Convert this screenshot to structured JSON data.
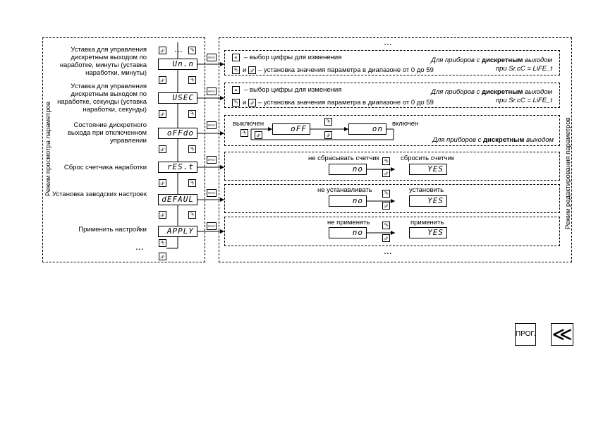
{
  "left_panel": {
    "title": "Режим просмотра параметров",
    "items": [
      {
        "label": "Уставка для управления дискретным выходом по наработке, минуты (уставка наработки, минуты)",
        "display": "Un.n"
      },
      {
        "label": "Уставка для управления дискретным выходом по наработке, секунды (уставка наработки, секунды)",
        "display": "USEC"
      },
      {
        "label": "Состояние дискретного выхода при отключенном управлении",
        "display": "oFFdo"
      },
      {
        "label": "Сброс счетчика наработки",
        "display": "rES.t"
      },
      {
        "label": "Установка заводских настроек",
        "display": "dEFAUL"
      },
      {
        "label": "Применить настройки",
        "display": "APPLY"
      }
    ],
    "ellipsis_top": "...",
    "ellipsis_bottom": "..."
  },
  "right_panel": {
    "title": "Режим редактирования параметров",
    "ellipsis_top": "...",
    "ellipsis_bottom": "...",
    "block1": {
      "line1": "– выбор цифры для изменения",
      "line2_prefix": "и",
      "line2": "– установка значения параметра в диапазоне от 0 до 59",
      "note_a": "Для приборов с",
      "note_b": "дискретным",
      "note_c": "выходом",
      "note2": "при Sr.cC = LiFE_t"
    },
    "block2": {
      "line1": "– выбор цифры для изменения",
      "line2_prefix": "и",
      "line2": "– установка значения параметра в диапазоне от 0 до 59",
      "note_a": "Для приборов с",
      "note_b": "дискретным",
      "note_c": "выходом",
      "note2": "при Sr.cC = LiFE_t"
    },
    "block3": {
      "label_off": "выключен",
      "label_on": "включен",
      "display_off": "oFF",
      "display_on": "on",
      "note_a": "Для приборов с",
      "note_b": "дискретным",
      "note_c": "выходом"
    },
    "block4": {
      "left": "не сбрасывать счетчик",
      "right": "сбросить счетчик",
      "d_left": "no",
      "d_right": "YES"
    },
    "block5": {
      "left": "не устанавливать",
      "right": "установить",
      "d_left": "no",
      "d_right": "YES"
    },
    "block6": {
      "left": "не применять",
      "right": "применить",
      "d_left": "no",
      "d_right": "YES"
    }
  },
  "legend": {
    "prog_label": "ПРОГ.",
    "back_icon": "double-chevron-left-icon"
  },
  "small_prog_label": "ПРОГ"
}
